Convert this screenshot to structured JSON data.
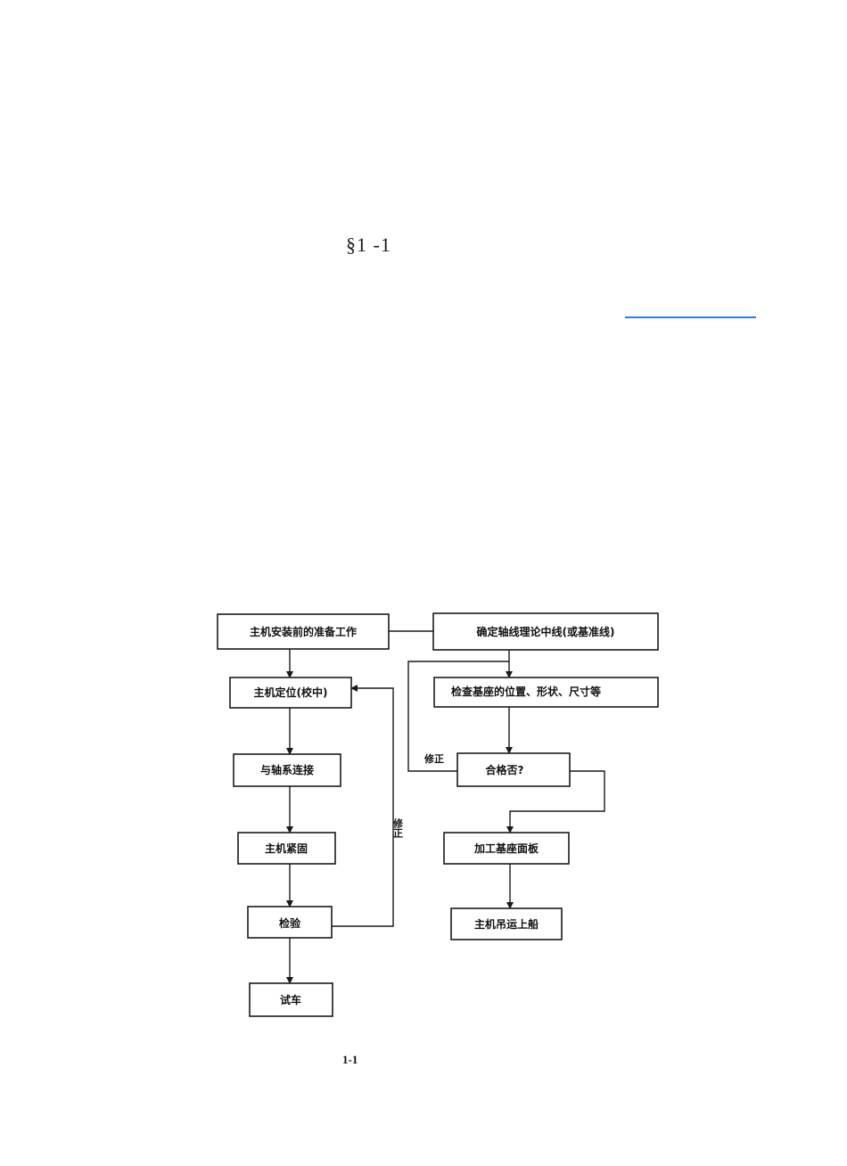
{
  "section_heading": "§1 -1",
  "figure_caption": "1-1",
  "flowchart": {
    "nodes": {
      "prep": "主机安装前的准备工作",
      "position": "主机定位(校中)",
      "connect": "与轴系连接",
      "fasten": "主机紧固",
      "inspect": "检验",
      "trial": "试车",
      "centerline": "确定轴线理论中线(或基准线)",
      "check_base": "检查基座的位置、形状、尺寸等",
      "qualified": "合格否?",
      "machine_panel": "加工基座面板",
      "hoist": "主机吊运上船"
    },
    "labels": {
      "correct_left_loop": "修正",
      "correct_right_loop": "修正"
    }
  },
  "colors": {
    "rule_accent": "#2f7fe0",
    "ink": "#1a1a1a"
  }
}
